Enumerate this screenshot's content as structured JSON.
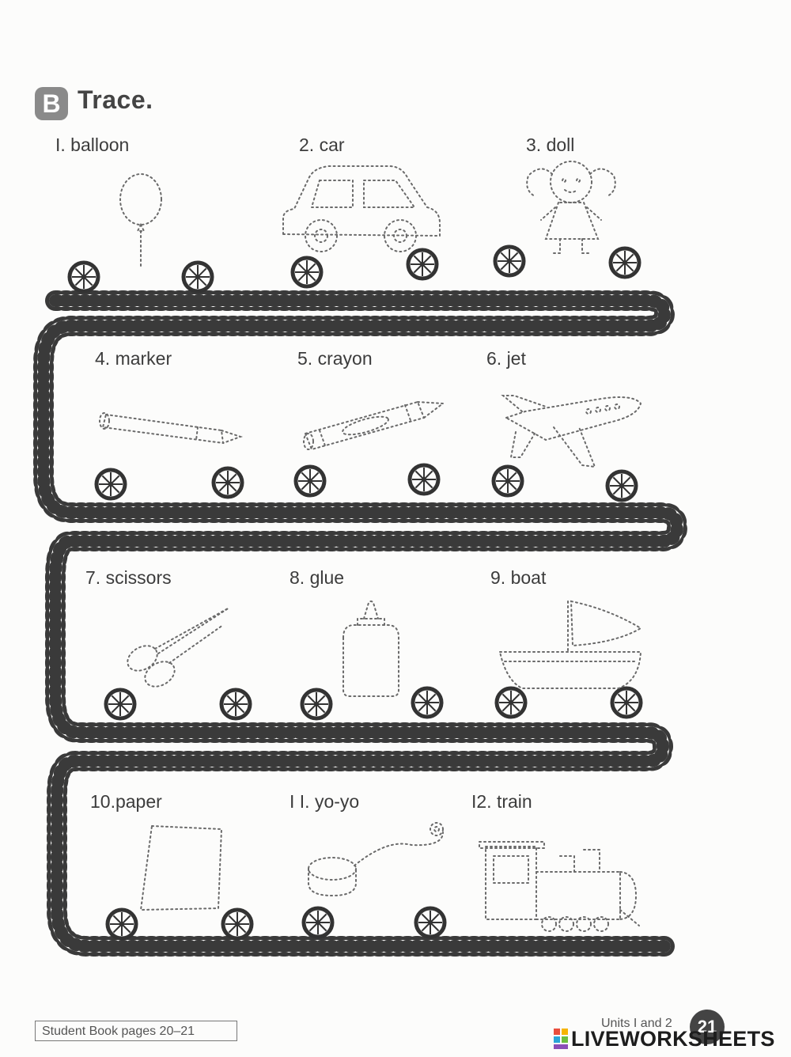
{
  "section": {
    "badge": "B",
    "title": "Trace."
  },
  "items": [
    {
      "label": "I. balloon"
    },
    {
      "label": "2. car"
    },
    {
      "label": "3. doll"
    },
    {
      "label": "4. marker"
    },
    {
      "label": "5. crayon"
    },
    {
      "label": "6. jet"
    },
    {
      "label": "7. scissors"
    },
    {
      "label": "8. glue"
    },
    {
      "label": "9.   boat"
    },
    {
      "label": "10.paper"
    },
    {
      "label": "I I. yo-yo"
    },
    {
      "label": "I2. train"
    }
  ],
  "footer": {
    "book_ref": "Student Book pages 20–21",
    "units": "Units I and 2",
    "page_number": "21",
    "brand": "LIVEWORKSHEETS"
  },
  "colors": {
    "ink": "#3a3a3a",
    "dotted": "#6a6a6a",
    "badge": "#8a8a8a"
  }
}
